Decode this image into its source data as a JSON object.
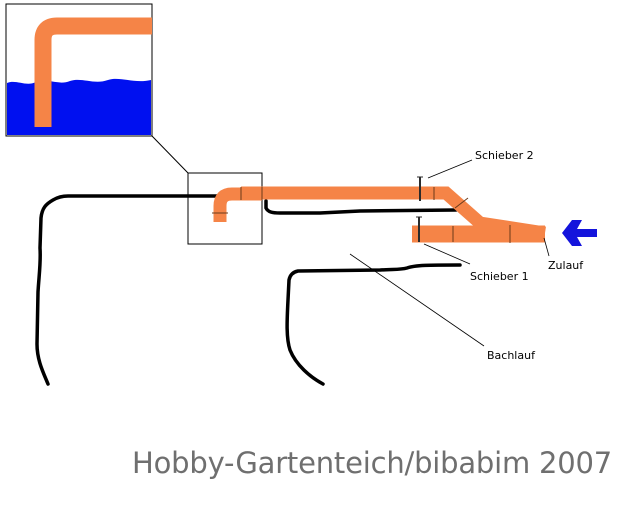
{
  "labels": {
    "valve_2": "Schieber 2",
    "valve_1": "Schieber 1",
    "inlet": "Zulauf",
    "stream": "Bachlauf"
  },
  "watermark": "Hobby-Gartenteich/bibabim 2007",
  "colors": {
    "pipe": "#f58447",
    "water": "#0010f0",
    "stream_edge": "#000000",
    "inlet_arrow": "#1414dc",
    "watermark": "#6f6f6f"
  },
  "icons": {
    "inlet_arrow": "arrow-left-icon"
  }
}
